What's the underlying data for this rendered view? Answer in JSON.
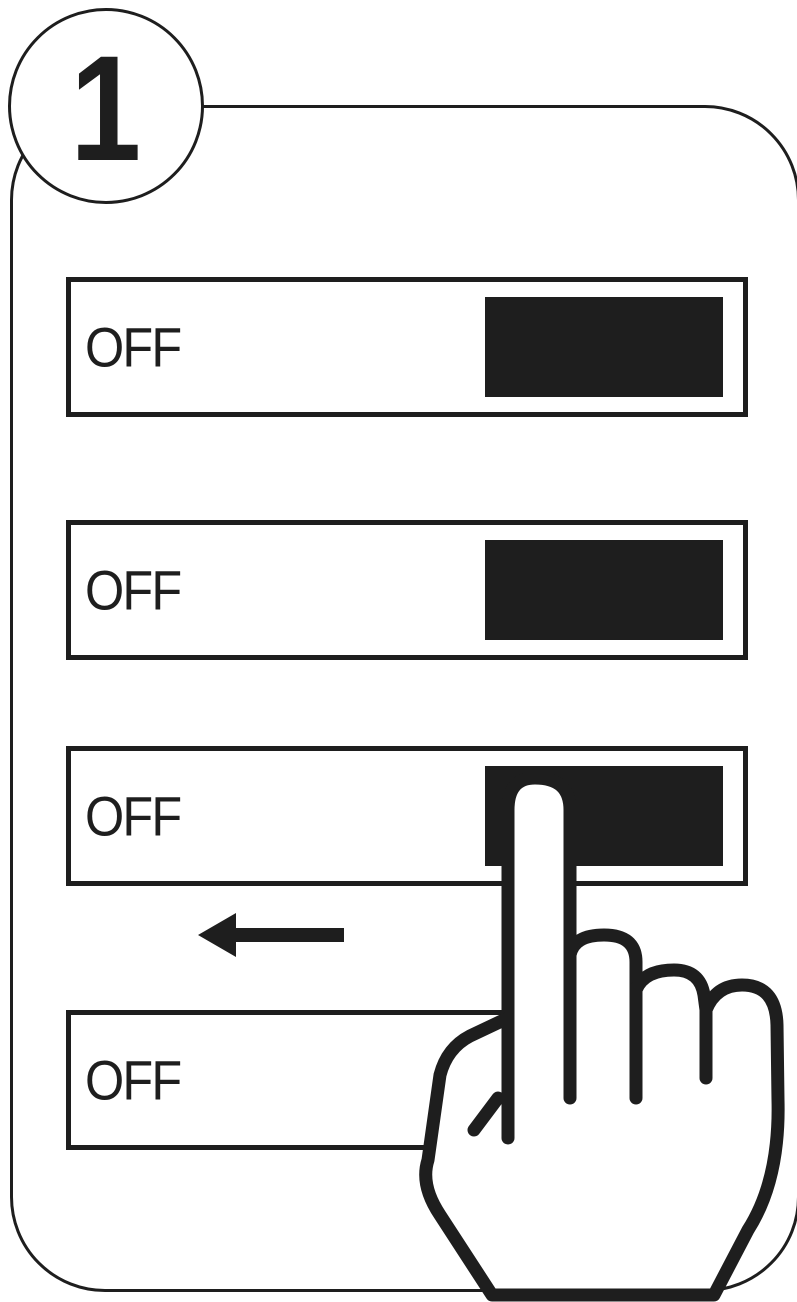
{
  "step": {
    "number": "1"
  },
  "switches": [
    {
      "label": "OFF"
    },
    {
      "label": "OFF"
    },
    {
      "label": "OFF"
    },
    {
      "label": "OFF"
    }
  ],
  "icons": {
    "arrow": "left-arrow-icon",
    "hand": "pointing-hand-icon"
  },
  "colors": {
    "ink": "#1e1e1e",
    "background": "#ffffff"
  }
}
